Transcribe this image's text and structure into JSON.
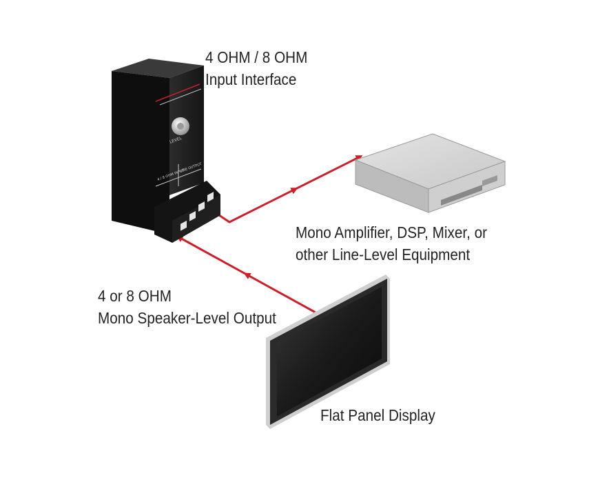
{
  "colors": {
    "cable": "#cc1f2a",
    "device_body": "#1e1e1e",
    "device_side": "#0d0d0d",
    "amplifier": "#d8d8d8",
    "display_frame": "#2a2a2a",
    "label_text": "#222222"
  },
  "labels": {
    "interface_line1": "4 OHM / 8 OHM",
    "interface_line2": "Input Interface",
    "amp_line1": "Mono Amplifier, DSP, Mixer, or",
    "amp_line2": "other Line-Level Equipment",
    "speaker_line1": "4 or 8 OHM",
    "speaker_line2": "Mono Speaker-Level Output",
    "display": "Flat Panel Display"
  },
  "device_markings": {
    "knob_label": "LEVEL",
    "input_label": "4 / 8 OHM INPUT",
    "output_label": "LINE OUTPUT"
  },
  "icons": {
    "interface": "interface-box-icon",
    "amplifier": "amplifier-icon",
    "display": "flat-panel-display-icon"
  }
}
